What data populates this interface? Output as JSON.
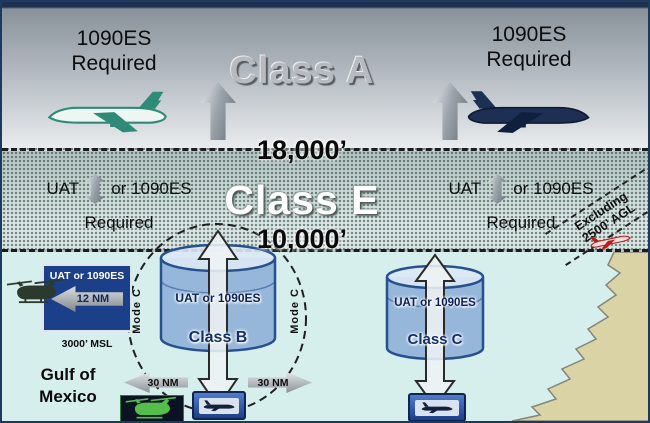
{
  "class_a": {
    "label": "Class A",
    "left_requirement_line1": "1090ES",
    "left_requirement_line2": "Required",
    "right_requirement_line1": "1090ES",
    "right_requirement_line2": "Required"
  },
  "boundaries": {
    "class_a_floor": "18,000’",
    "class_e_reference": "10,000’"
  },
  "class_e": {
    "label": "Class E",
    "left_requirement_uat": "UAT",
    "left_requirement_rest": "or 1090ES",
    "left_requirement_line2": "Required",
    "right_requirement_uat": "UAT",
    "right_requirement_rest": "or 1090ES",
    "right_requirement_line2": "Required",
    "exclusion_line1": "Excluding",
    "exclusion_line2": "2500’ AGL"
  },
  "surface": {
    "gulf_line1": "Gulf of",
    "gulf_line2": "Mexico",
    "helicopter": {
      "requirement": "UAT or 1090ES",
      "range": "12 NM",
      "altitude": "3000’ MSL"
    },
    "class_b": {
      "requirement": "UAT or 1090ES",
      "label": "Class B",
      "range_left": "30 NM",
      "range_right": "30 NM",
      "mode_c_left": "Mode C",
      "mode_c_right": "Mode C"
    },
    "class_c": {
      "requirement": "UAT or 1090ES",
      "label": "Class C"
    }
  }
}
